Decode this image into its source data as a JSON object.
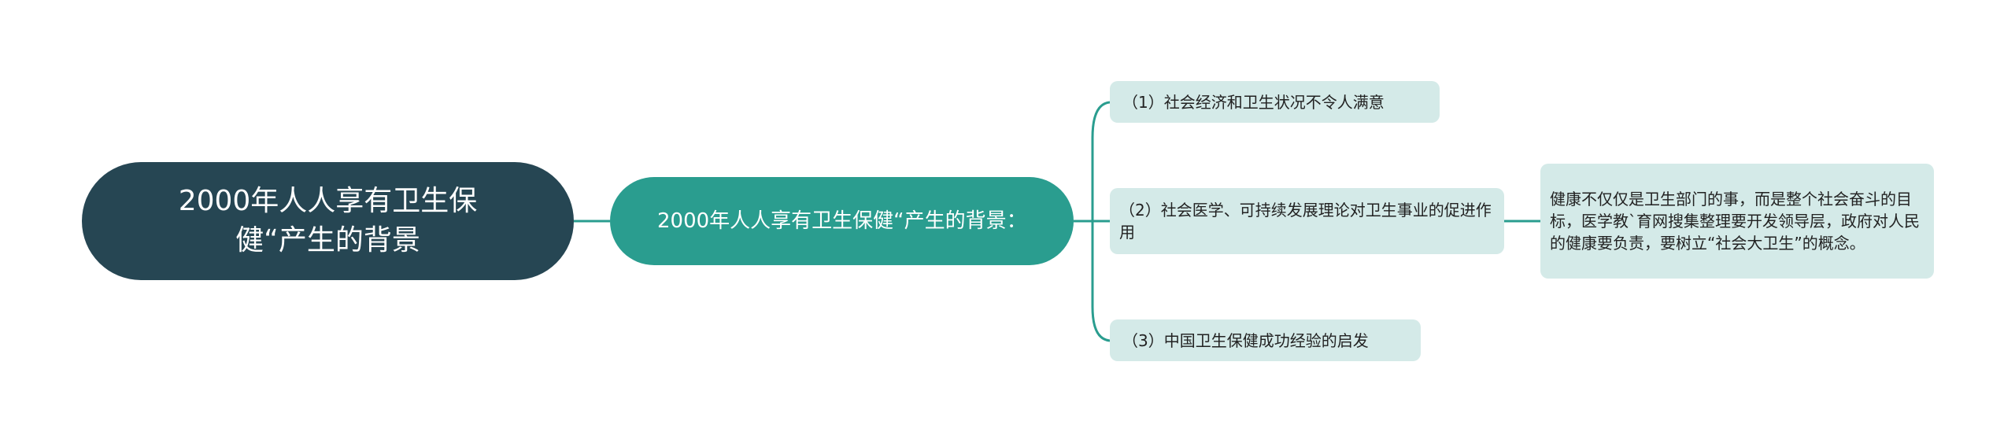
{
  "mindmap": {
    "root": {
      "label": "2000年人人享有卫生保健“产生的背景",
      "line1": "2000年人人享有卫生保健",
      "line2": "”产生的背景",
      "color": "#264653"
    },
    "main": {
      "label": "2000年人人享有卫生保健“产生的背景：",
      "color": "#2a9d8f"
    },
    "subtopics": [
      {
        "label": "（1）社会经济和卫生状况不令人满意"
      },
      {
        "label": "（2）社会医学、可持续发展理论对卫生事业的促进作用"
      },
      {
        "label": "（3）中国卫生保健成功经验的启发"
      }
    ],
    "leaf": {
      "label": "健康不仅仅是卫生部门的事，而是整个社会奋斗的目标，医学教`育网搜集整理要开发领导层，政府对人民的健康要负责，要树立“社会大卫生”的概念。"
    },
    "colors": {
      "connector": "#2a9d8f",
      "subtopic_bg": "#d4eae8",
      "background": "#ffffff"
    }
  }
}
